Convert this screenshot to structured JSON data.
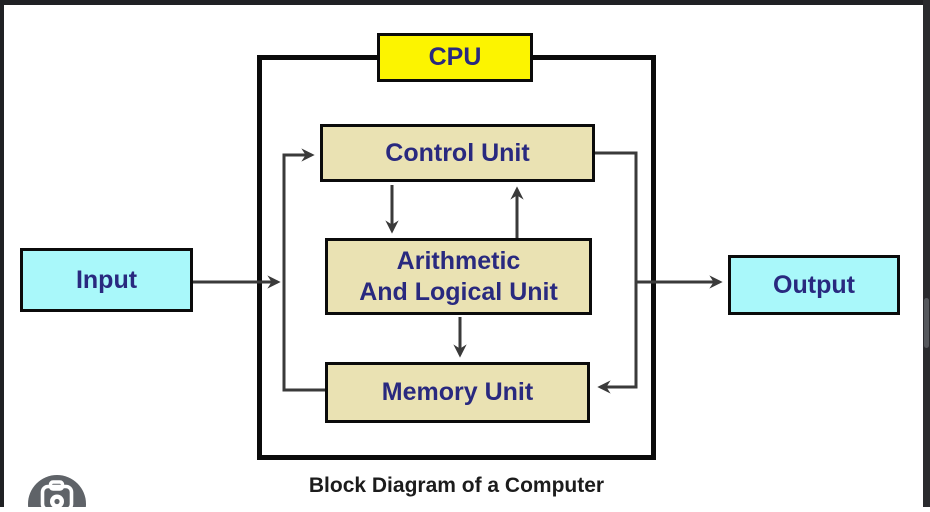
{
  "page": {
    "caption": "Block Diagram of a Computer"
  },
  "nodes": {
    "cpu": {
      "label": "CPU"
    },
    "control_unit": {
      "label": "Control Unit"
    },
    "alu": {
      "line1": "Arithmetic",
      "line2": "And Logical Unit"
    },
    "memory_unit": {
      "label": "Memory Unit"
    },
    "input": {
      "label": "Input"
    },
    "output": {
      "label": "Output"
    }
  },
  "icons": {
    "camera_lens": "camera-lens-icon"
  },
  "colors": {
    "cpu_fill": "#FCF400",
    "unit_fill": "#EAE2B3",
    "io_fill": "#A9F8FA",
    "label_text": "#29297F",
    "box_border": "#0B0B0B",
    "connector_line": "#3A3A3A",
    "caption_text": "#1C1C1C",
    "chrome_dark": "#202124",
    "lens_button": "#5F6368"
  }
}
